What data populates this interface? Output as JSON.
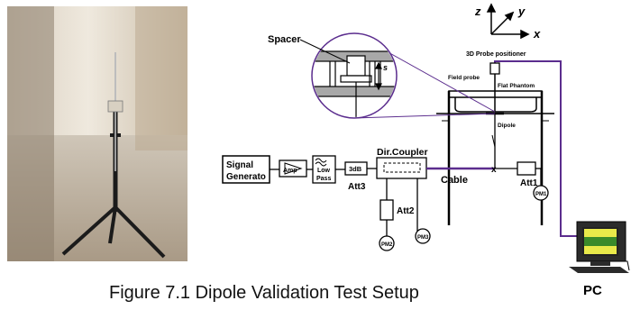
{
  "caption": "Figure 7.1 Dipole Validation Test Setup",
  "pc_label": "PC",
  "axes": {
    "z": "z",
    "y": "y",
    "x": "x"
  },
  "labels": {
    "spacer": "Spacer",
    "s": "s",
    "probe_positioner": "3D Probe positioner",
    "field_probe": "Field probe",
    "flat_phantom": "Flat Phantom",
    "dipole": "Dipole",
    "signal_generator_line1": "Signal",
    "signal_generator_line2": "Generato",
    "amp": "Amp",
    "low_pass_line1": "Low",
    "low_pass_line2": "Pass",
    "att_3db": "3dB",
    "att3": "Att3",
    "dir_coupler": "Dir.Coupler",
    "cable": "Cable",
    "x_marker": "x",
    "att1": "Att1",
    "pm1": "PM1",
    "att2": "Att2",
    "pm2": "PM2",
    "pm3": "PM3"
  },
  "colors": {
    "wire": "#5b2d8e",
    "line": "#000000",
    "screen": "#e9e94a",
    "screen_band": "#3a8a2a"
  }
}
